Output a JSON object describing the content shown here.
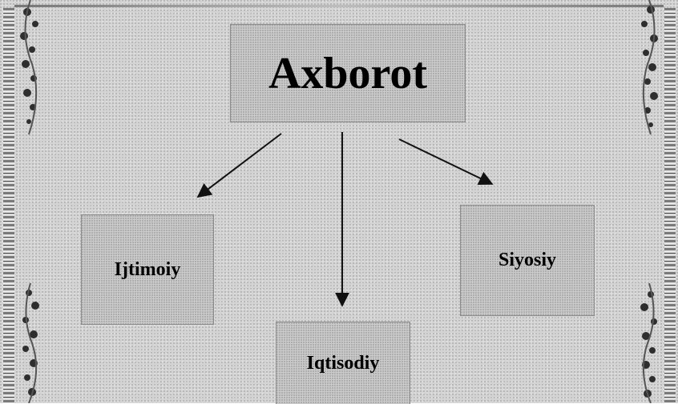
{
  "diagram": {
    "root": {
      "label": "Axborot"
    },
    "children": [
      {
        "label": "Ijtimoiy"
      },
      {
        "label": "Iqtisodiy"
      },
      {
        "label": "Siyosiy"
      }
    ]
  },
  "colors": {
    "background": "#d4d4d4",
    "box_fill": "#cbcbcb",
    "box_border": "#8a8a8a",
    "text": "#000000",
    "arrow": "#111111"
  },
  "icons": [
    "floral-ornament"
  ]
}
